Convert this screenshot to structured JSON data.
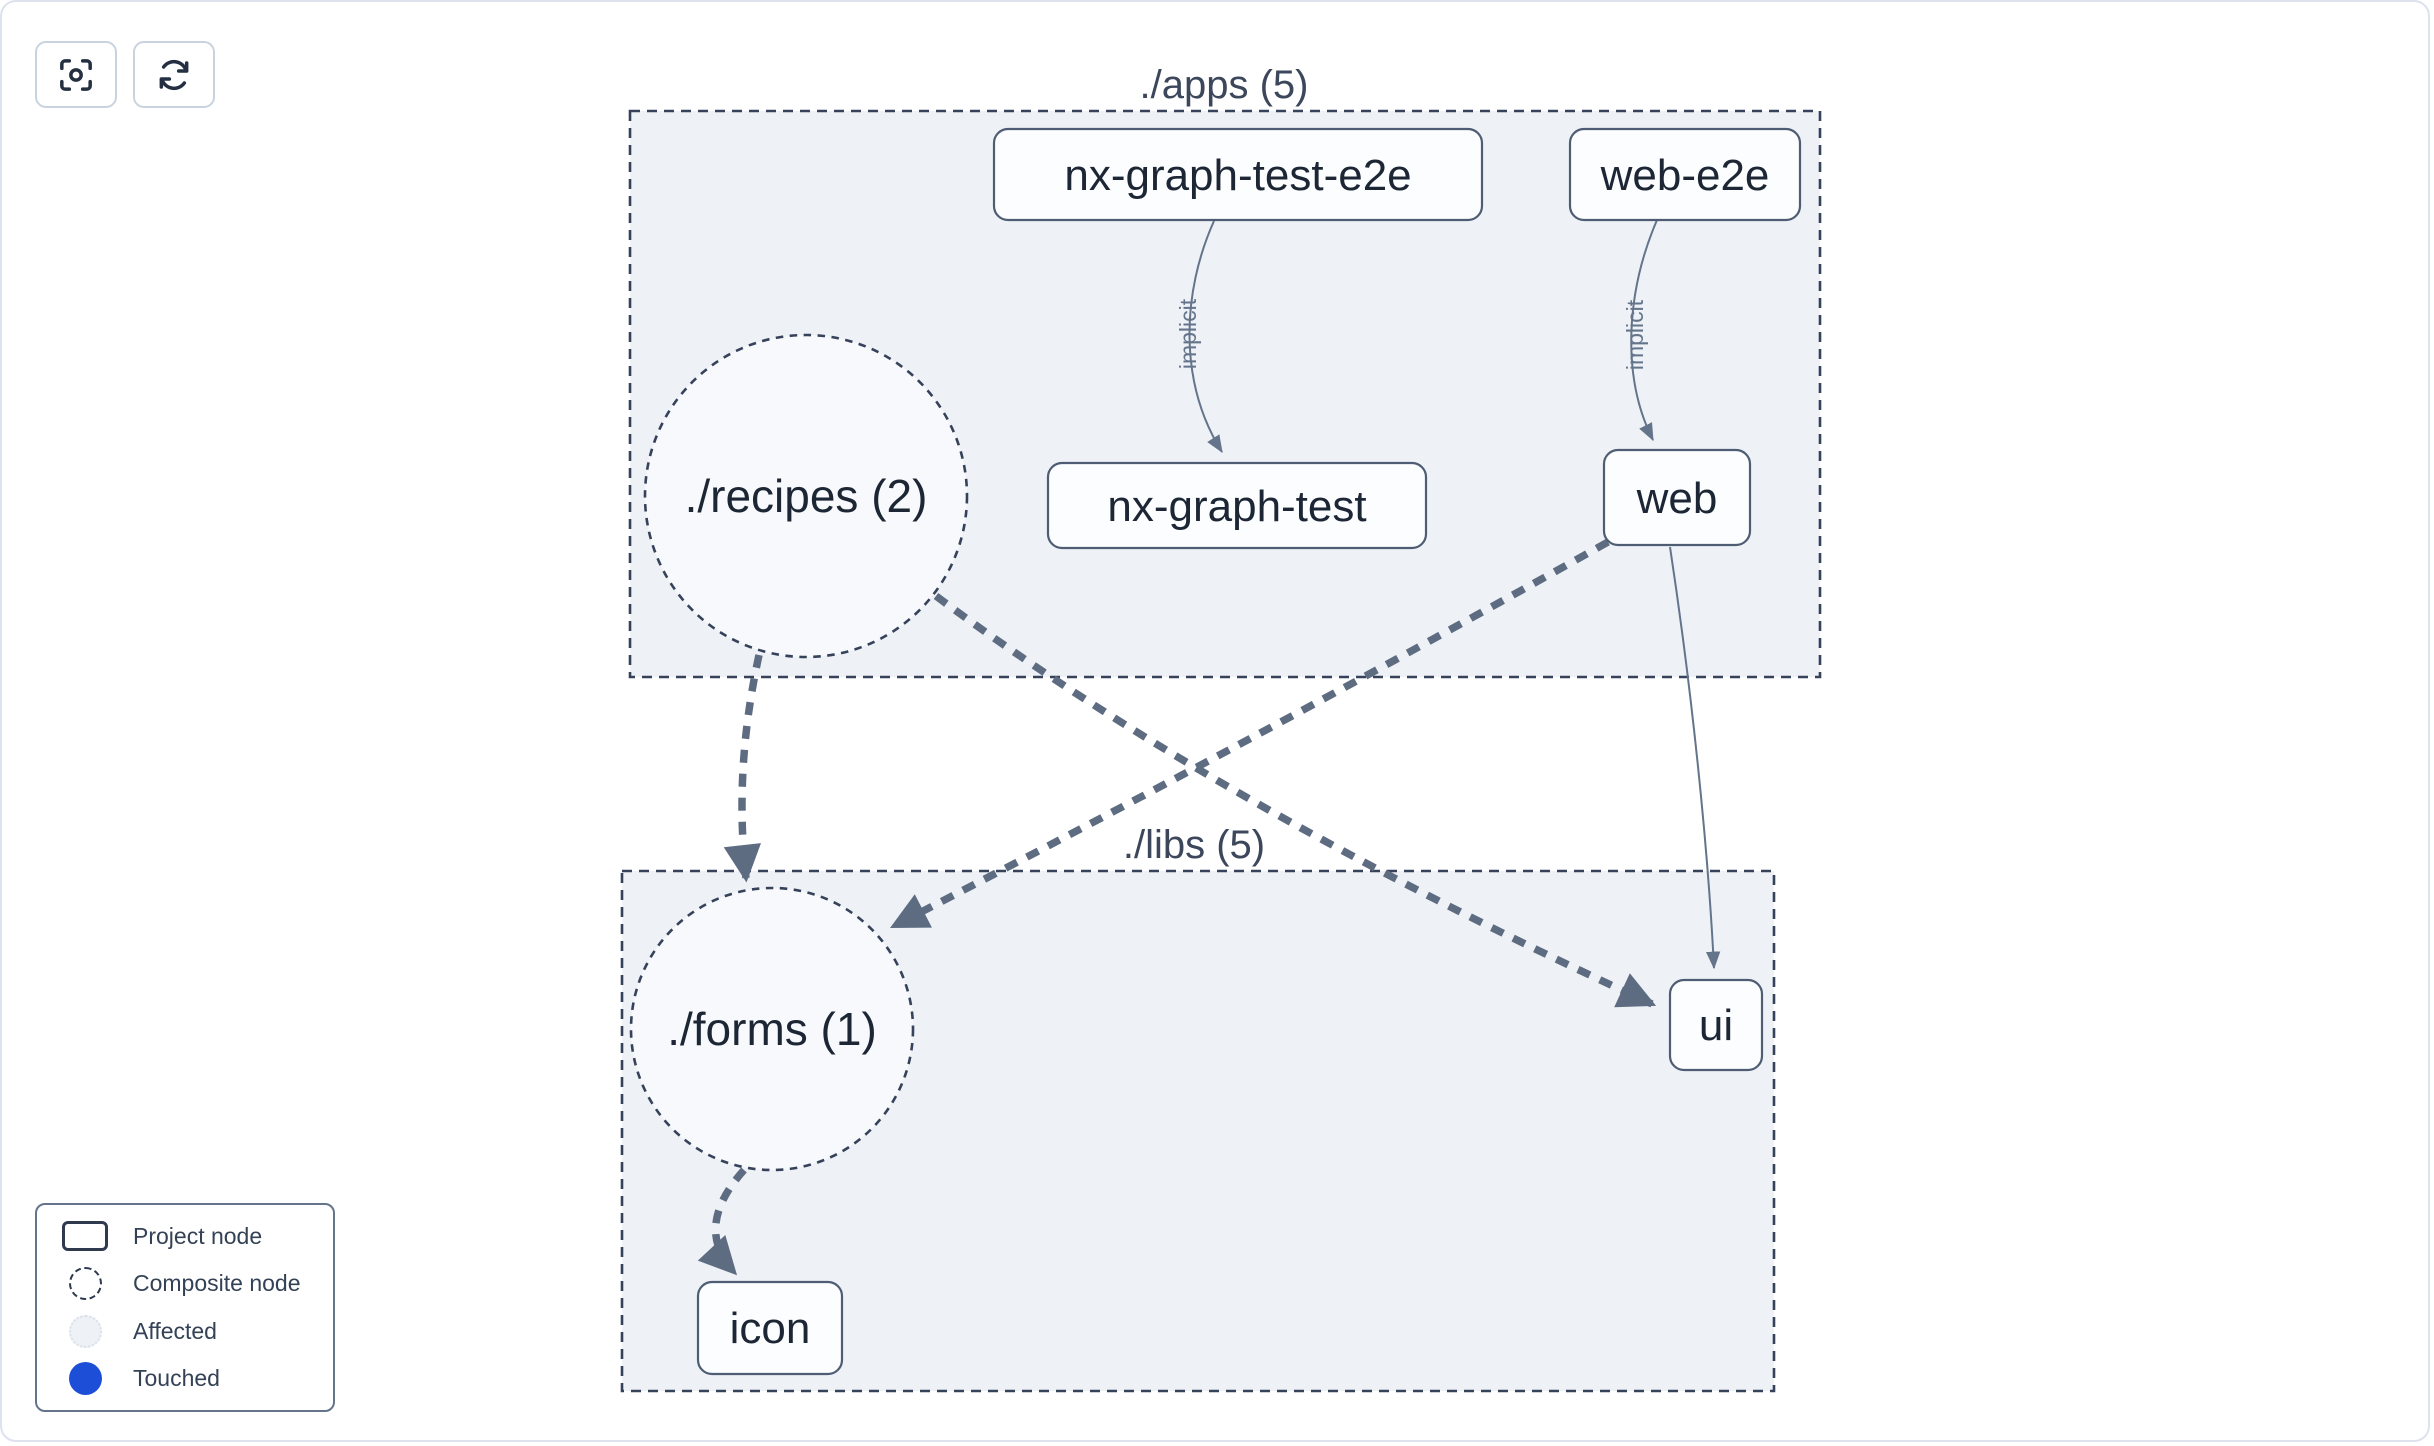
{
  "toolbar": {
    "buttons": [
      {
        "icon": "focus-icon",
        "action": "center-graph"
      },
      {
        "icon": "refresh-icon",
        "action": "refresh-graph"
      }
    ]
  },
  "graph": {
    "groups": [
      {
        "id": "apps",
        "label": "./apps (5)"
      },
      {
        "id": "libs",
        "label": "./libs (5)"
      }
    ],
    "composites": [
      {
        "id": "recipes",
        "label": "./recipes (2)",
        "group": "apps"
      },
      {
        "id": "forms",
        "label": "./forms (1)",
        "group": "libs"
      }
    ],
    "nodes": [
      {
        "id": "nx-graph-test-e2e",
        "label": "nx-graph-test-e2e",
        "group": "apps"
      },
      {
        "id": "web-e2e",
        "label": "web-e2e",
        "group": "apps"
      },
      {
        "id": "nx-graph-test",
        "label": "nx-graph-test",
        "group": "apps"
      },
      {
        "id": "web",
        "label": "web",
        "group": "apps"
      },
      {
        "id": "ui",
        "label": "ui",
        "group": "libs"
      },
      {
        "id": "icon",
        "label": "icon",
        "group": "libs"
      }
    ],
    "edges": [
      {
        "from": "nx-graph-test-e2e",
        "to": "nx-graph-test",
        "label": "implicit",
        "style": "solid-thin"
      },
      {
        "from": "web-e2e",
        "to": "web",
        "label": "implicit",
        "style": "solid-thin"
      },
      {
        "from": "./recipes (2)",
        "to": "./forms (1)",
        "label": "",
        "style": "dashed-thick"
      },
      {
        "from": "./recipes (2)",
        "to": "ui",
        "label": "",
        "style": "dashed-thick"
      },
      {
        "from": "web",
        "to": "./forms (1)",
        "label": "",
        "style": "dashed-thick"
      },
      {
        "from": "web",
        "to": "ui",
        "label": "",
        "style": "solid-thin"
      },
      {
        "from": "./forms (1)",
        "to": "icon",
        "label": "",
        "style": "dashed-thick"
      }
    ]
  },
  "legend": {
    "items": [
      {
        "label": "Project node",
        "swatch": "project-rect"
      },
      {
        "label": "Composite node",
        "swatch": "dashed-circle"
      },
      {
        "label": "Affected",
        "swatch": "affected-circle"
      },
      {
        "label": "Touched",
        "swatch": "touched-circle"
      }
    ]
  },
  "colors": {
    "container_fill": "#eef1f6",
    "container_border": "#36425a",
    "node_fill": "#fcfdff",
    "node_border": "#4e5d73",
    "edge": "#5e6c82",
    "edge_thin": "#64748b",
    "touched_blue": "#1d4ed8",
    "affected_fill": "#eef2f7",
    "page_border": "#dde2ee"
  }
}
